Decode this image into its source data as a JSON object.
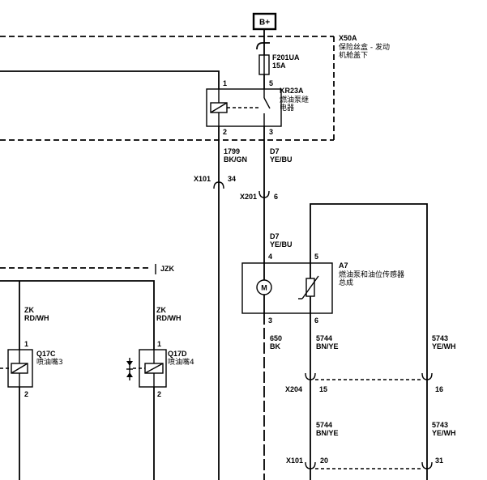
{
  "power": {
    "label": "B+"
  },
  "fuse_box": {
    "id": "X50A",
    "name_line1": "保险丝盒 - 发动",
    "name_line2": "机舱盖下"
  },
  "fuse": {
    "id": "F201UA",
    "rating": "15A"
  },
  "relay": {
    "id": "KR23A",
    "name_line1": "燃油泵继",
    "name_line2": "电器",
    "pins": {
      "p1": "1",
      "p5": "5",
      "p2": "2",
      "p3": "3"
    }
  },
  "wires": {
    "relay_pin2_out": {
      "circuit": "1799",
      "color": "BK/GN"
    },
    "relay_pin3_out": {
      "circuit": "D7",
      "color": "YE/BU"
    },
    "pump_pin4_in": {
      "circuit": "D7",
      "color": "YE/BU"
    },
    "pump_pin3_ground": {
      "circuit": "650",
      "color": "BK"
    },
    "sensor_pin6_upper": {
      "circuit": "5744",
      "color": "BN/YE"
    },
    "sensor_pin5_upper": {
      "circuit": "5743",
      "color": "YE/WH"
    },
    "sensor_pin6_lower": {
      "circuit": "5744",
      "color": "BN/YE"
    },
    "sensor_pin5_lower": {
      "circuit": "5743",
      "color": "YE/WH"
    },
    "injector3_feed": {
      "circuit": "ZK",
      "color": "RD/WH"
    },
    "injector4_feed": {
      "circuit": "ZK",
      "color": "RD/WH"
    }
  },
  "connectors": {
    "x101_upper": {
      "id": "X101",
      "pin": "34"
    },
    "x201": {
      "id": "X201",
      "pin": "6"
    },
    "x204": {
      "id": "X204",
      "pin_a": "15",
      "pin_b": "16"
    },
    "x101_lower": {
      "id": "X101",
      "pin_a": "20",
      "pin_b": "31"
    }
  },
  "splice": {
    "id": "JZK"
  },
  "pump_assembly": {
    "id": "A7",
    "name_line1": "燃油泵和油位传感器",
    "name_line2": "总成",
    "motor_symbol": "M",
    "pins": {
      "p4": "4",
      "p5": "5",
      "p3": "3",
      "p6": "6"
    }
  },
  "injectors": [
    {
      "id": "Q17C",
      "name": "喷油嘴3",
      "pin_top": "1",
      "pin_bottom": "2"
    },
    {
      "id": "Q17D",
      "name": "喷油嘴4",
      "pin_top": "1",
      "pin_bottom": "2"
    }
  ],
  "colors": {
    "line": "#000000",
    "background": "#ffffff"
  }
}
